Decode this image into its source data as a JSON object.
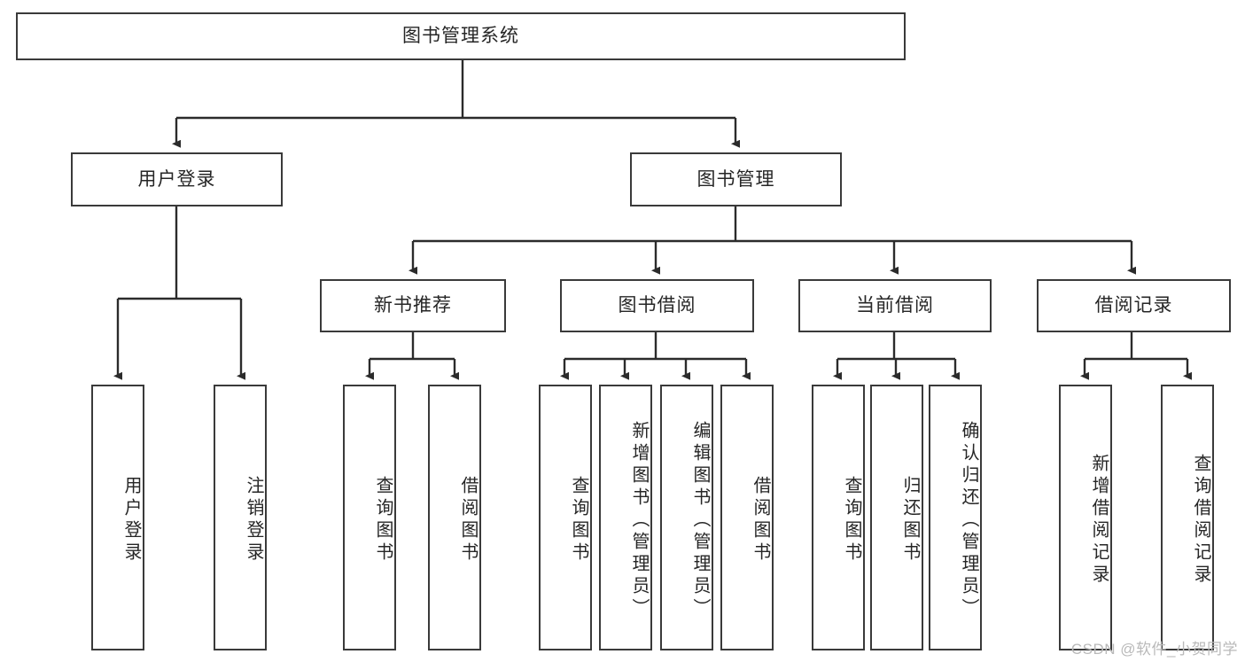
{
  "diagram": {
    "title": "图书管理系统",
    "type": "tree-hierarchy-diagram",
    "colors": {
      "box_stroke": "#3a3a3a",
      "box_fill": "#ffffff",
      "connector": "#2b2b2b",
      "text": "#262626",
      "watermark": "#b9b9b9",
      "background": "#ffffff"
    },
    "root": {
      "label": "图书管理系统"
    },
    "level2": [
      {
        "label": "用户登录"
      },
      {
        "label": "图书管理"
      }
    ],
    "level3": [
      {
        "label": "新书推荐"
      },
      {
        "label": "图书借阅"
      },
      {
        "label": "当前借阅"
      },
      {
        "label": "借阅记录"
      }
    ],
    "leaves": {
      "user_login": [
        {
          "label": "用户登录"
        },
        {
          "label": "注销登录"
        }
      ],
      "new_book_recommend": [
        {
          "label": "查询图书"
        },
        {
          "label": "借阅图书"
        }
      ],
      "book_borrow": [
        {
          "label": "查询图书"
        },
        {
          "label": "新增图书（管理员）"
        },
        {
          "label": "编辑图书（管理员）"
        },
        {
          "label": "借阅图书"
        }
      ],
      "current_borrow": [
        {
          "label": "查询图书"
        },
        {
          "label": "归还图书"
        },
        {
          "label": "确认归还（管理员）"
        }
      ],
      "borrow_records": [
        {
          "label": "新增借阅记录"
        },
        {
          "label": "查询借阅记录"
        }
      ]
    }
  },
  "watermark": {
    "text": "CSDN @软件_小贺同学"
  }
}
